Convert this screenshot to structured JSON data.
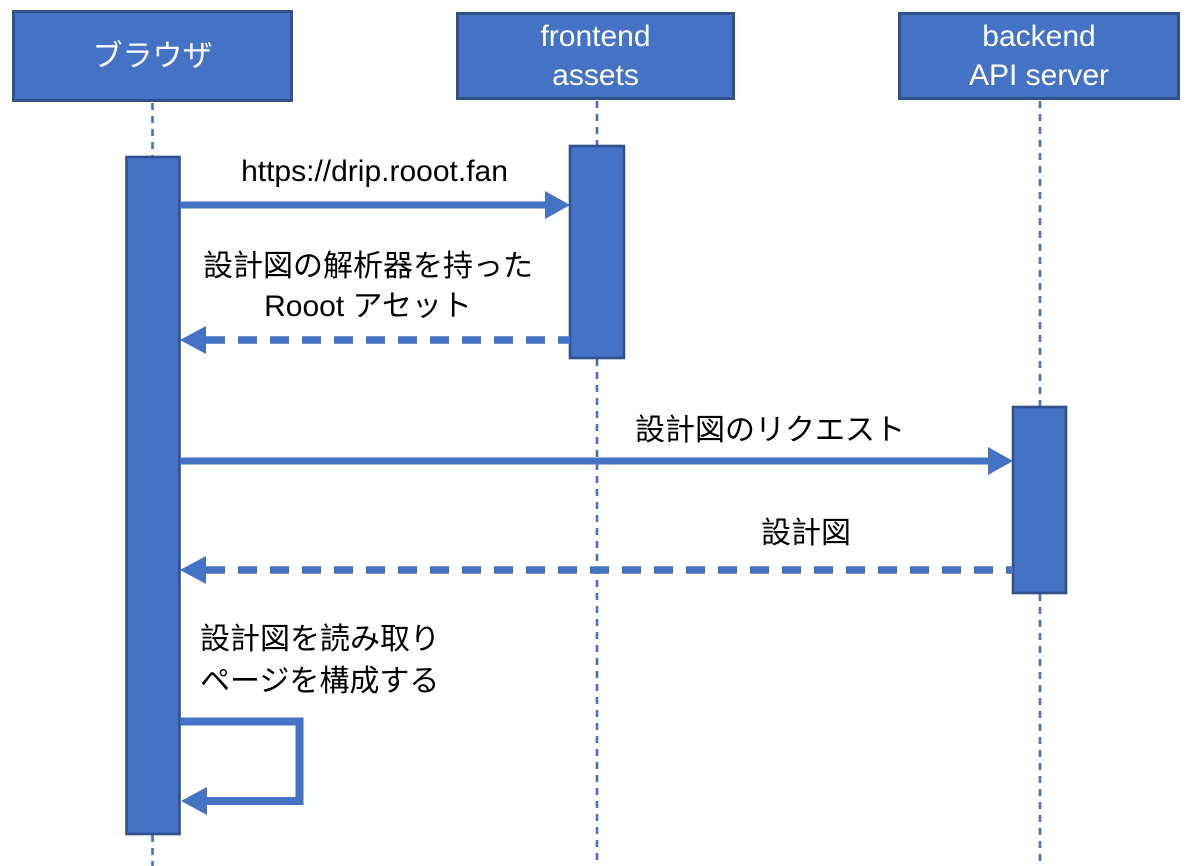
{
  "diagram_type": "sequence-diagram",
  "colors": {
    "shape_fill": "#4472C4",
    "shape_border": "#2F528F",
    "arrow": "#4472C4",
    "text": "#000000",
    "header_text": "#FFFFFF",
    "background": "#FFFFFF"
  },
  "participants": [
    {
      "id": "browser",
      "lines": [
        "ブラウザ"
      ]
    },
    {
      "id": "frontend-assets",
      "lines": [
        "frontend",
        "assets"
      ]
    },
    {
      "id": "backend-api-server",
      "lines": [
        "backend",
        "API server"
      ]
    }
  ],
  "messages": [
    {
      "from": "ブラウザ",
      "to": "frontend assets",
      "style": "solid-arrow",
      "lines": [
        "https://drip.rooot.fan"
      ]
    },
    {
      "from": "frontend assets",
      "to": "ブラウザ",
      "style": "dashed-arrow",
      "lines": [
        "設計図の解析器を持った",
        "Rooot アセット"
      ]
    },
    {
      "from": "ブラウザ",
      "to": "backend API server",
      "style": "solid-arrow",
      "lines": [
        "設計図のリクエスト"
      ]
    },
    {
      "from": "backend API server",
      "to": "ブラウザ",
      "style": "dashed-arrow",
      "lines": [
        "設計図"
      ]
    },
    {
      "from": "ブラウザ",
      "to": "ブラウザ",
      "style": "self-loop",
      "lines": [
        "設計図を読み取り",
        "ページを構成する"
      ]
    }
  ]
}
